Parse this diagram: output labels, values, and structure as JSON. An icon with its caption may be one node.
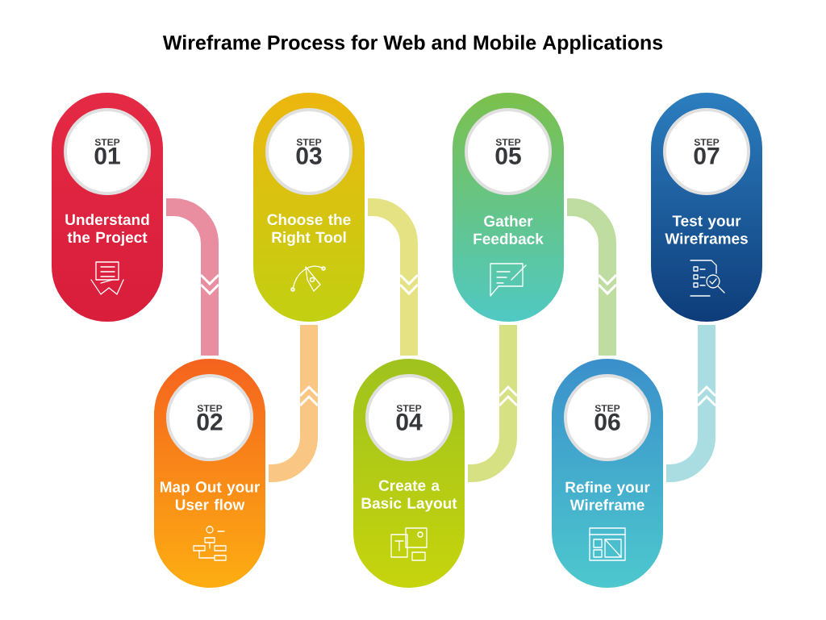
{
  "diagram": {
    "title": "Wireframe Process for Web and Mobile Applications",
    "nodes": [
      {
        "text": [
          "Understand the Project"
        ]
      },
      {
        "text": [
          "STEP",
          "01"
        ],
        "in": 0
      },
      {
        "text": [
          "Map Out your User flow"
        ]
      },
      {
        "text": [
          "STEP",
          "02"
        ],
        "in": 2
      },
      {
        "text": [
          "Choose the Right Tool"
        ]
      },
      {
        "text": [
          "STEP",
          "03"
        ],
        "in": 4
      },
      {
        "text": [
          "Create a Basic Layout"
        ]
      },
      {
        "text": [
          "STEP",
          "04"
        ],
        "in": 6
      },
      {
        "text": [
          "Gather Feedback"
        ]
      },
      {
        "text": [
          "STEP",
          "05"
        ],
        "in": 8
      },
      {
        "text": [
          "Refine your Wireframe"
        ]
      },
      {
        "text": [
          "STEP",
          "06"
        ],
        "in": 10
      },
      {
        "text": [
          "Test your Wireframes"
        ]
      },
      {
        "text": [
          "STEP",
          "07"
        ],
        "in": 12
      }
    ],
    "edges": [
      {
        "from": 0,
        "to": 2,
        "arrow": "to",
        "color": "#e98ea0"
      },
      {
        "from": 2,
        "to": 4,
        "arrow": "to",
        "color": "#f9c684"
      },
      {
        "from": 4,
        "to": 6,
        "arrow": "to",
        "color": "#e4e283"
      },
      {
        "from": 6,
        "to": 8,
        "arrow": "to",
        "color": "#d6e184"
      },
      {
        "from": 8,
        "to": 10,
        "arrow": "to",
        "color": "#bfdda0"
      },
      {
        "from": 10,
        "to": 12,
        "arrow": "to",
        "color": "#a9dde2"
      }
    ]
  }
}
